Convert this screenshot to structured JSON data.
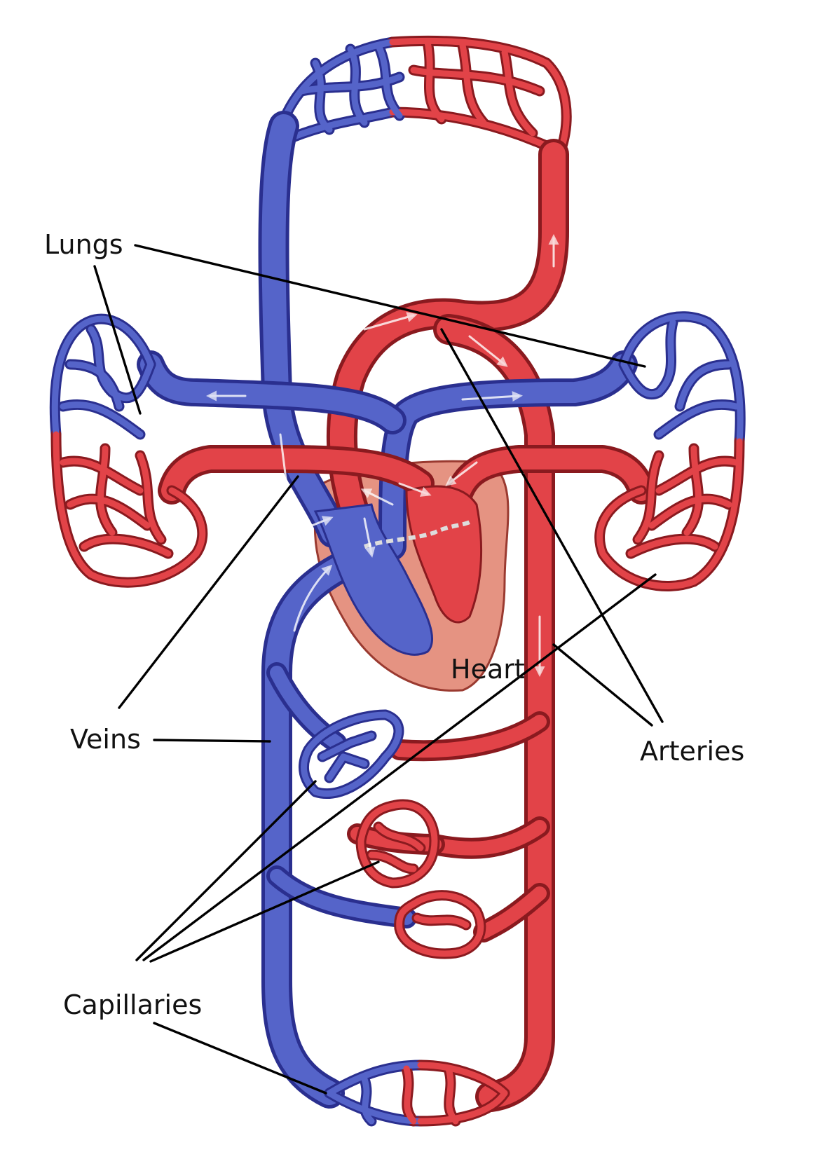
{
  "labels": {
    "lungs": "Lungs",
    "heart": "Heart",
    "veins": "Veins",
    "arteries": "Arteries",
    "capillaries": "Capillaries"
  },
  "colors": {
    "vein": "#5564c9",
    "vein_outline": "#2a2f8f",
    "artery": "#e24348",
    "artery_outline": "#8a1a1f",
    "heart_tissue": "#e59382",
    "leader_line": "#000000"
  }
}
